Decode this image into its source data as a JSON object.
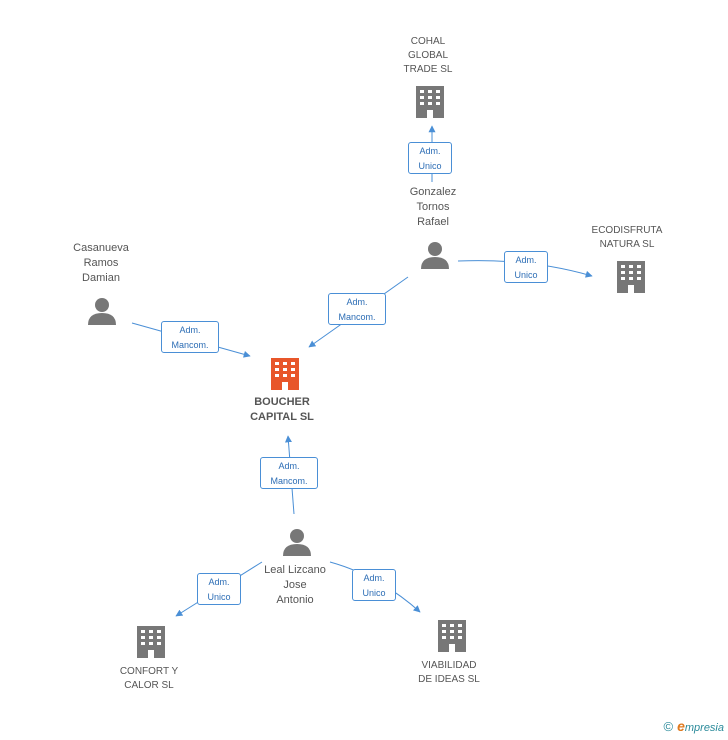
{
  "colors": {
    "edge": "#4a8fd6",
    "node_gray": "#777777",
    "focus_orange": "#e8562a"
  },
  "nodes": {
    "cohal": {
      "label": "COHAL\nGLOBAL\nTRADE SL",
      "icon": "building-icon"
    },
    "gonzalez": {
      "label": "Gonzalez\nTornos\nRafael",
      "icon": "person-icon"
    },
    "ecodisfruta": {
      "label": "ECODISFRUTA\nNATURA SL",
      "icon": "building-icon"
    },
    "casanueva": {
      "label": "Casanueva\nRamos\nDamian",
      "icon": "person-icon"
    },
    "boucher": {
      "label": "BOUCHER\nCAPITAL SL",
      "icon": "building-icon"
    },
    "leal": {
      "label": "Leal Lizcano\nJose\nAntonio",
      "icon": "person-icon"
    },
    "confort": {
      "label": "CONFORT Y\nCALOR SL",
      "icon": "building-icon"
    },
    "viabilidad": {
      "label": "VIABILIDAD\nDE IDEAS SL",
      "icon": "building-icon"
    }
  },
  "relations": {
    "gonzalez_cohal": "Adm.\nUnico",
    "gonzalez_ecodisfruta": "Adm.\nUnico",
    "gonzalez_boucher": "Adm.\nMancom.",
    "casanueva_boucher": "Adm.\nMancom.",
    "leal_boucher": "Adm.\nMancom.",
    "leal_confort": "Adm.\nUnico",
    "leal_viabilidad": "Adm.\nUnico"
  },
  "footer": {
    "copyright_symbol": "©",
    "brand_initial": "e",
    "brand_rest": "mpresia"
  }
}
